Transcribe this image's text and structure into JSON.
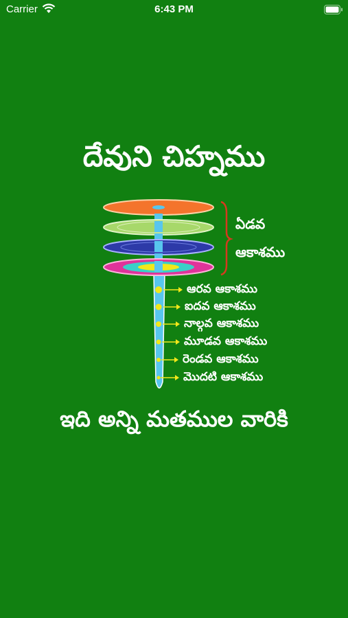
{
  "status_bar": {
    "carrier": "Carrier",
    "time": "6:43 PM"
  },
  "title": "దేవుని చిహ్నము",
  "diagram": {
    "upper_label_line1": "ఏడవ",
    "upper_label_line2": "ఆకాశము",
    "levels": [
      "ఆరవ ఆకాశము",
      "ఐదవ ఆకాశము",
      "నాల్గవ ఆకాశము",
      "మూడవ ఆకాశము",
      "రెండవ ఆకాశము",
      "మొదటి ఆకాశము"
    ]
  },
  "footer": "ఇది అన్ని మతముల వారికి",
  "colors": {
    "background": "#118011",
    "disc_orange": "#f4742c",
    "disc_lightgreen": "#a7d86a",
    "disc_blue": "#2d3aa8",
    "disc_pink": "#e0339a",
    "stem": "#58c6ee",
    "arrow": "#f2e81a",
    "brace": "#d63a1f"
  }
}
